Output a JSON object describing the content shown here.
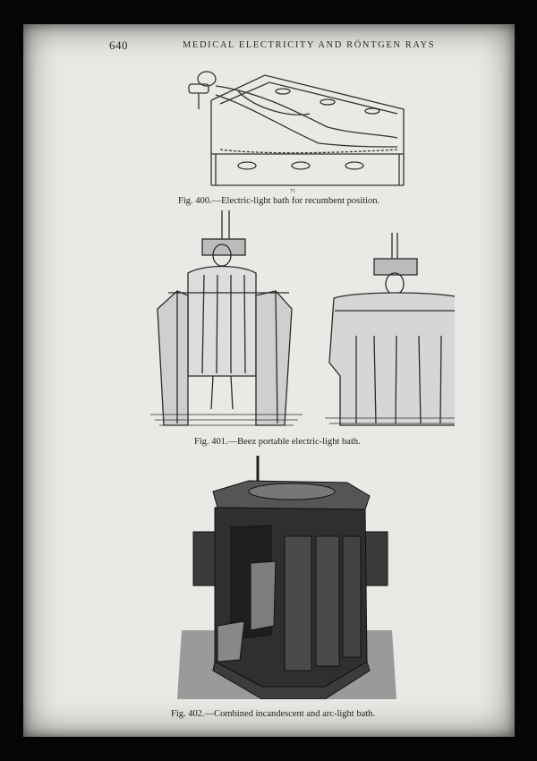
{
  "page": {
    "page_number": "640",
    "running_head": "MEDICAL ELECTRICITY AND RÖNTGEN RAYS"
  },
  "figures": [
    {
      "caption": "Fig. 400.—Electric-light bath for recumbent position.",
      "inline_label": "71",
      "icon": "recumbent-light-bath-illustration"
    },
    {
      "caption": "Fig. 401.—Beez portable electric-light bath.",
      "icon": "portable-light-bath-illustration"
    },
    {
      "caption": "Fig. 402.—Combined incandescent and arc-light bath.",
      "icon": "cabinet-light-bath-illustration"
    }
  ]
}
